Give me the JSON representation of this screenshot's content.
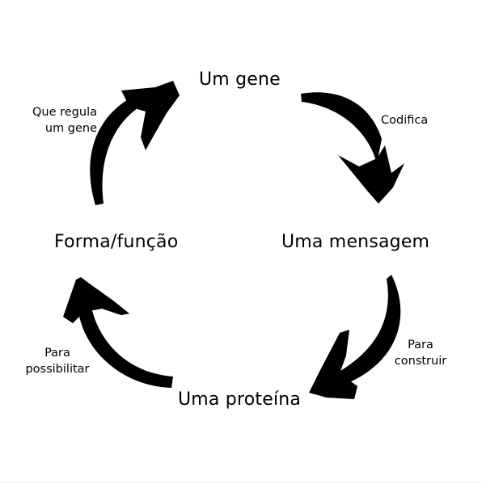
{
  "diagram": {
    "nodes": {
      "gene": "Um gene",
      "message": "Uma mensagem",
      "protein": "Uma proteína",
      "form": "Forma/função"
    },
    "edges": {
      "encodes": [
        "Codifica"
      ],
      "to_build": [
        "Para",
        "construir"
      ],
      "to_enable": [
        "Para",
        "possibilitar"
      ],
      "regulates": [
        "Que regula",
        "um gene"
      ]
    },
    "arrow_color": "#000000"
  }
}
